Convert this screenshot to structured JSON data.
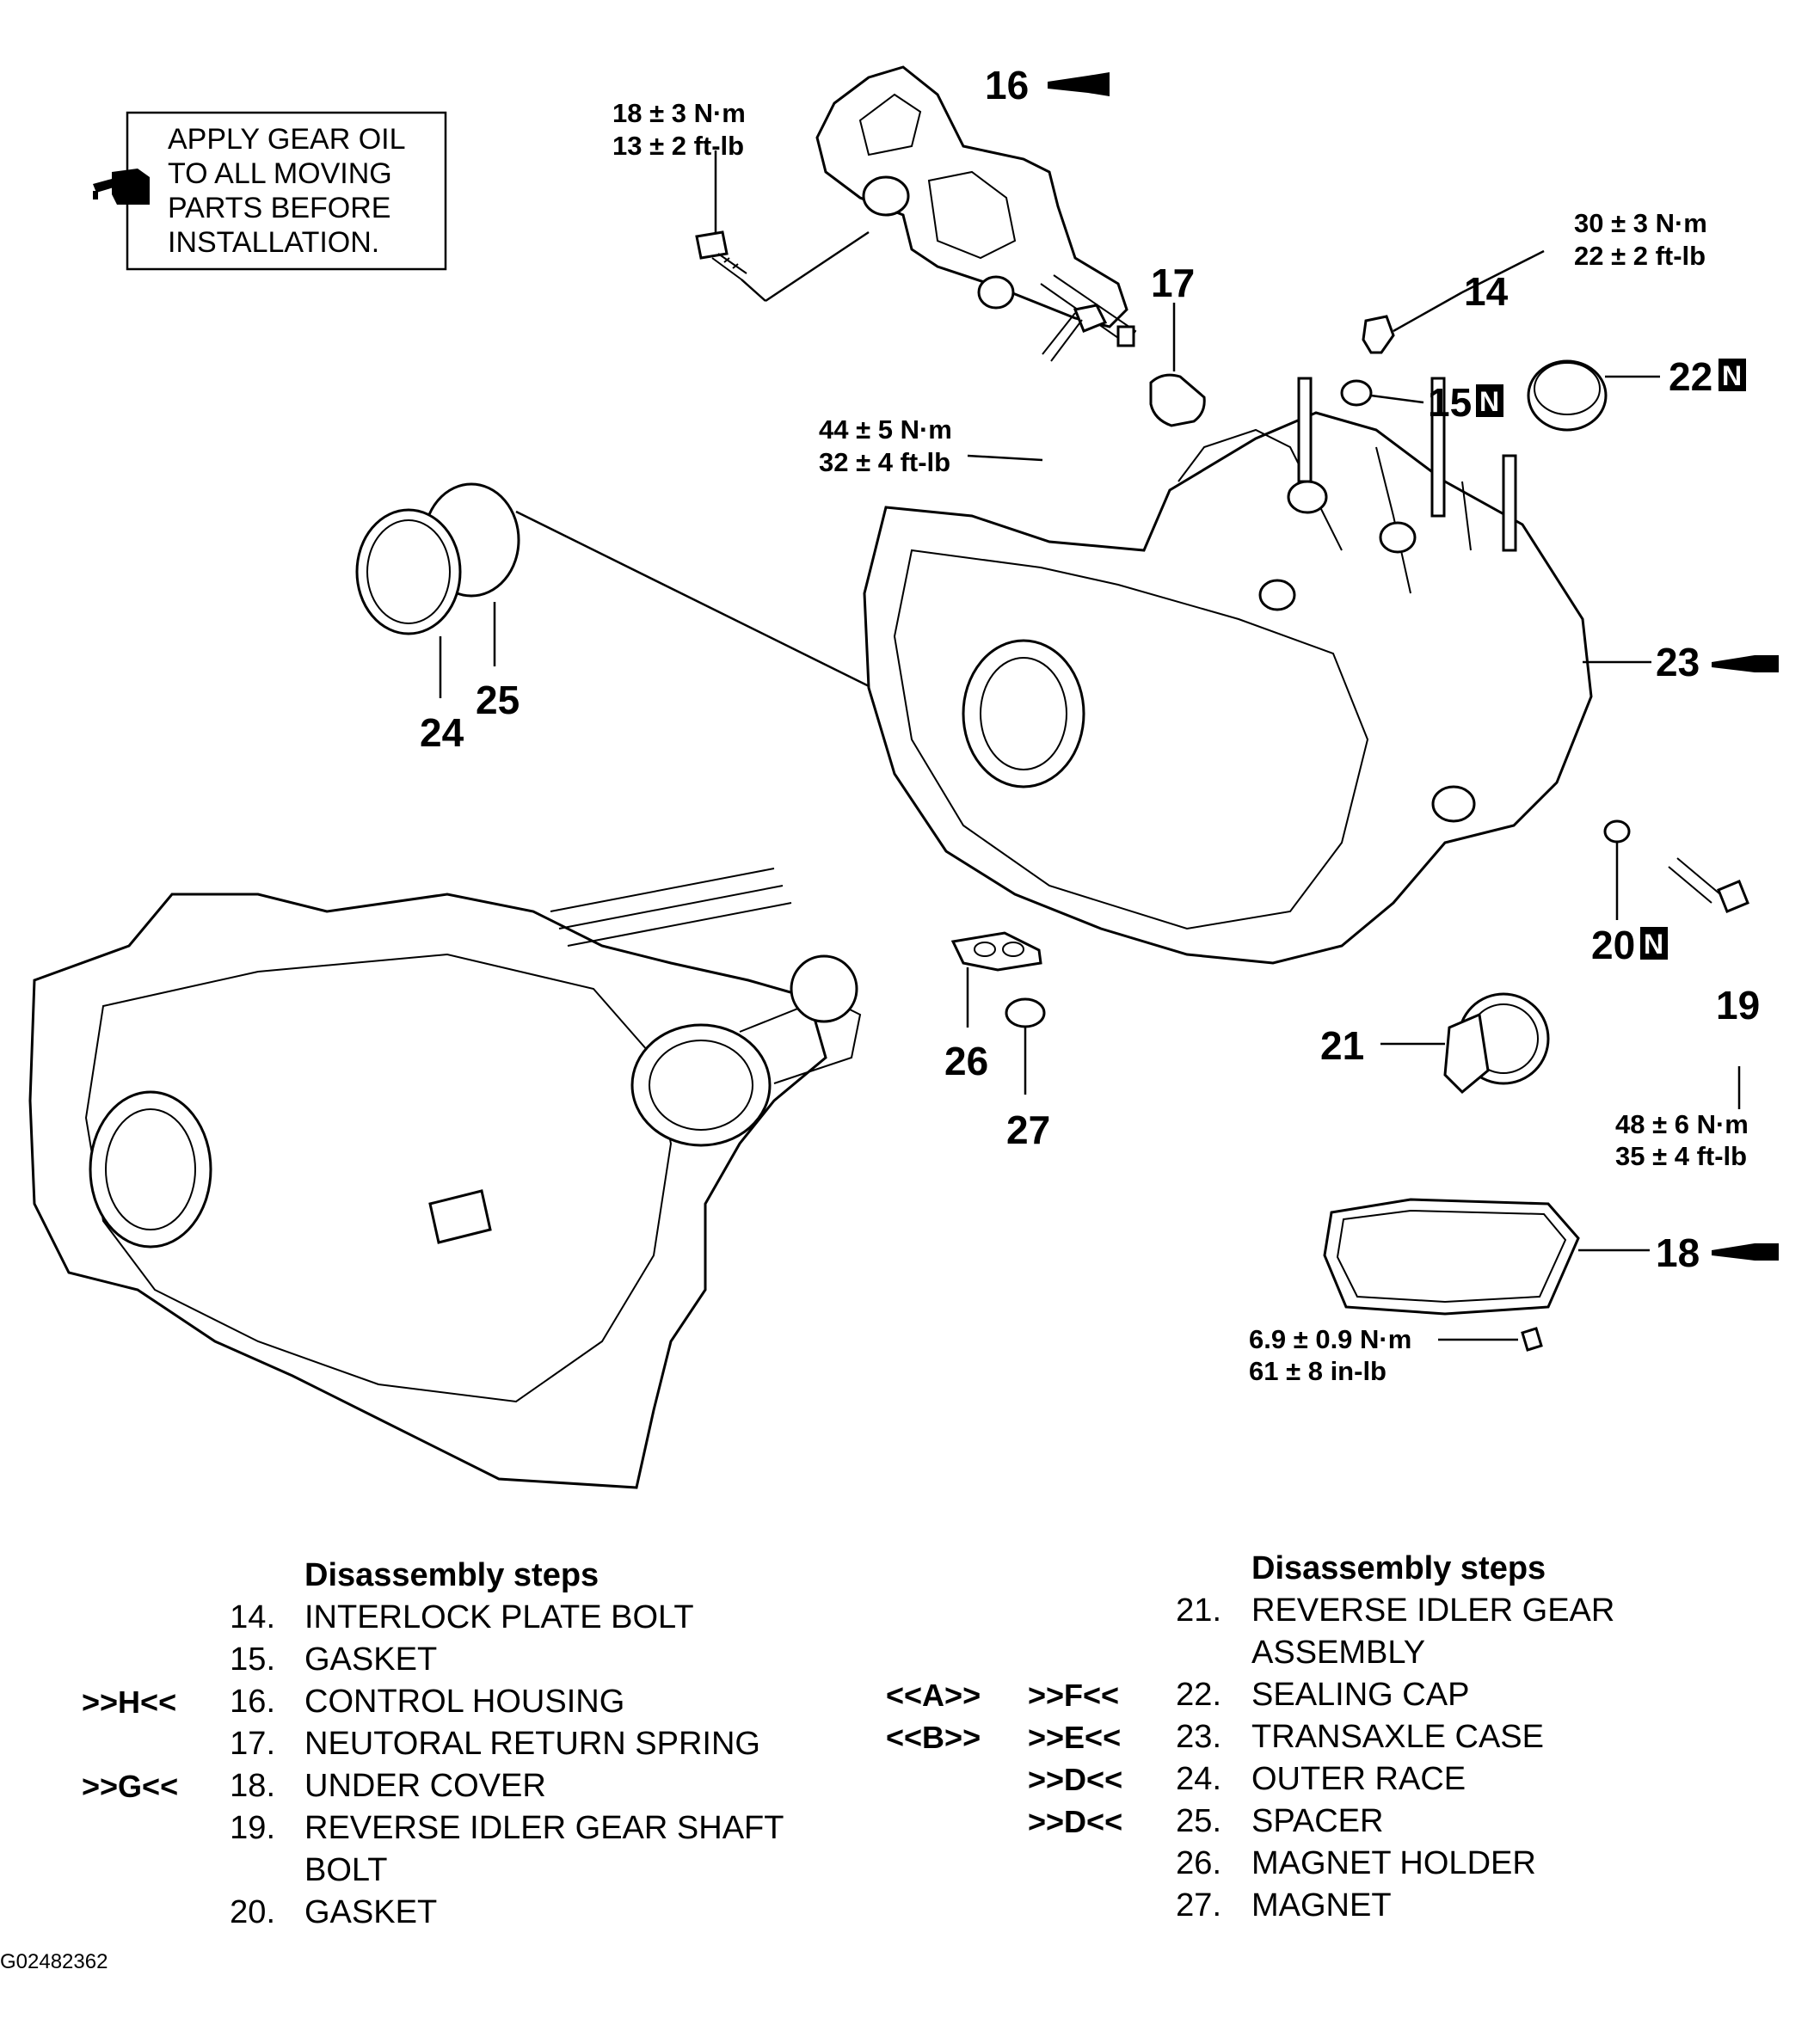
{
  "note": {
    "lines": [
      "APPLY GEAR OIL",
      "TO ALL MOVING",
      "PARTS BEFORE",
      "INSTALLATION."
    ],
    "icon": "oil-can-icon"
  },
  "callouts": {
    "c14": "14",
    "c15": "15",
    "c16": "16",
    "c17": "17",
    "c18": "18",
    "c19": "19",
    "c20": "20",
    "c21": "21",
    "c22": "22",
    "c23": "23",
    "c24": "24",
    "c25": "25",
    "c26": "26",
    "c27": "27",
    "new_mark": "N"
  },
  "torques": {
    "t16": [
      "18 ± 3 N·m",
      "13 ± 2 ft-lb"
    ],
    "t14": [
      "30 ± 3 N·m",
      "22 ± 2 ft-lb"
    ],
    "t_case": [
      "44 ± 5 N·m",
      "32 ± 4 ft-lb"
    ],
    "t19": [
      "48 ± 6 N·m",
      "35 ± 4 ft-lb"
    ],
    "t18": [
      "6.9 ± 0.9 N·m",
      "61 ± 8 in-lb"
    ]
  },
  "steps_left": {
    "heading": "Disassembly steps",
    "items": [
      {
        "num": "14.",
        "label": "INTERLOCK PLATE BOLT",
        "ref1": "",
        "ref2": ""
      },
      {
        "num": "15.",
        "label": "GASKET",
        "ref1": "",
        "ref2": ""
      },
      {
        "num": "16.",
        "label": "CONTROL HOUSING",
        "ref1": ">>H<<",
        "ref2": ""
      },
      {
        "num": "17.",
        "label": "NEUTORAL RETURN SPRING",
        "ref1": "",
        "ref2": ""
      },
      {
        "num": "18.",
        "label": "UNDER COVER",
        "ref1": ">>G<<",
        "ref2": ""
      },
      {
        "num": "19.",
        "label": "REVERSE IDLER GEAR SHAFT",
        "ref1": "",
        "ref2": ""
      },
      {
        "num": "",
        "label": "BOLT",
        "ref1": "",
        "ref2": ""
      },
      {
        "num": "20.",
        "label": "GASKET",
        "ref1": "",
        "ref2": ""
      }
    ]
  },
  "steps_right": {
    "heading": "Disassembly steps",
    "items": [
      {
        "num": "21.",
        "label": "REVERSE IDLER GEAR",
        "ref1": "",
        "ref2": ""
      },
      {
        "num": "",
        "label": "ASSEMBLY",
        "ref1": "",
        "ref2": ""
      },
      {
        "num": "22.",
        "label": "SEALING CAP",
        "ref1": "<<A>>",
        "ref2": ">>F<<"
      },
      {
        "num": "23.",
        "label": "TRANSAXLE CASE",
        "ref1": "<<B>>",
        "ref2": ">>E<<"
      },
      {
        "num": "24.",
        "label": "OUTER RACE",
        "ref1": "",
        "ref2": ">>D<<"
      },
      {
        "num": "25.",
        "label": "SPACER",
        "ref1": "",
        "ref2": ">>D<<"
      },
      {
        "num": "26.",
        "label": "MAGNET HOLDER",
        "ref1": "",
        "ref2": ""
      },
      {
        "num": "27.",
        "label": "MAGNET",
        "ref1": "",
        "ref2": ""
      }
    ]
  },
  "figure_id": "G02482362",
  "colors": {
    "ink": "#000000",
    "paper": "#ffffff"
  }
}
